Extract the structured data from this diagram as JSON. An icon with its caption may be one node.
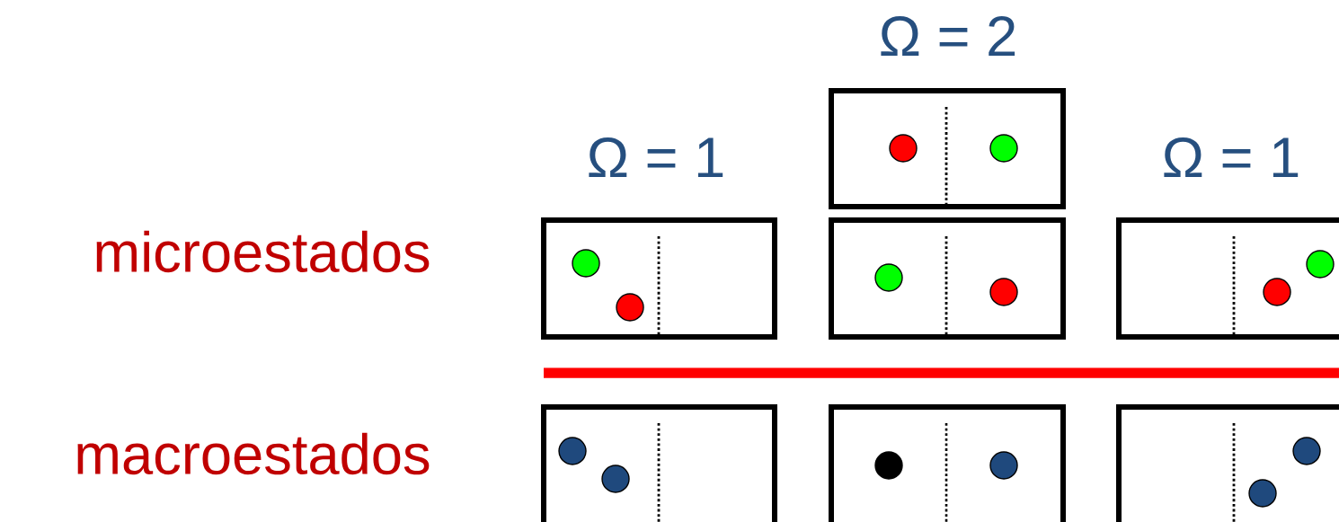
{
  "diagram": {
    "labels": [
      "Ω = 2",
      "Ω = 1",
      "Ω = 1",
      "microestados",
      "macroestados"
    ]
  }
}
